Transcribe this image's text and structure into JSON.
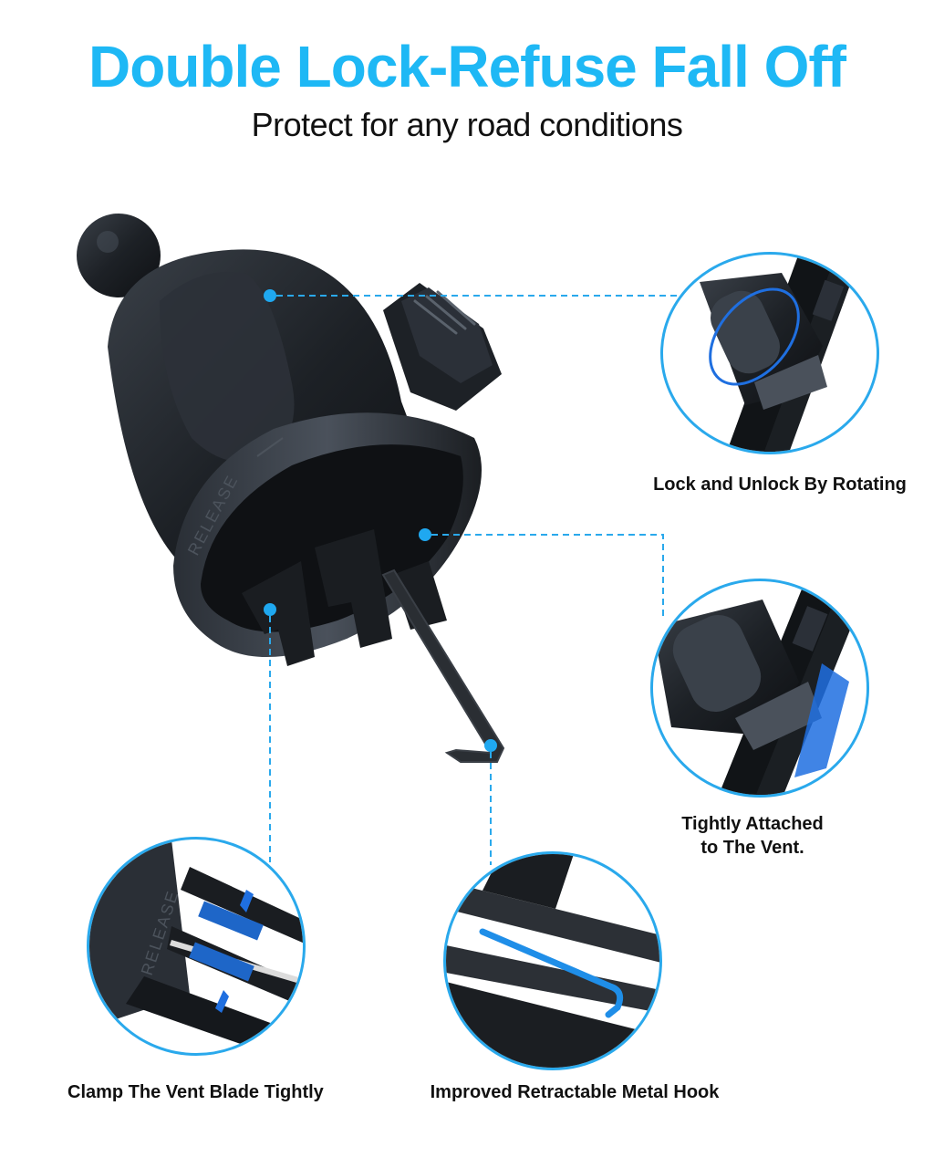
{
  "header": {
    "title": "Double Lock-Refuse Fall Off",
    "subtitle": "Protect for any road conditions"
  },
  "product": {
    "name": "air-vent-phone-mount",
    "ring_label": "RELEASE"
  },
  "features": [
    {
      "id": "rotate-lock",
      "caption": "Lock and Unlock By Rotating"
    },
    {
      "id": "tight-attach",
      "caption_line1": "Tightly Attached",
      "caption_line2": "to The Vent."
    },
    {
      "id": "clamp-blade",
      "caption": "Clamp The Vent Blade Tightly"
    },
    {
      "id": "metal-hook",
      "caption": "Improved Retractable Metal Hook"
    }
  ],
  "colors": {
    "accent": "#1eb8f5",
    "callout_line": "#2aa9ec",
    "highlight_blue": "#1f6fe0",
    "product_dark": "#1c1f24"
  }
}
